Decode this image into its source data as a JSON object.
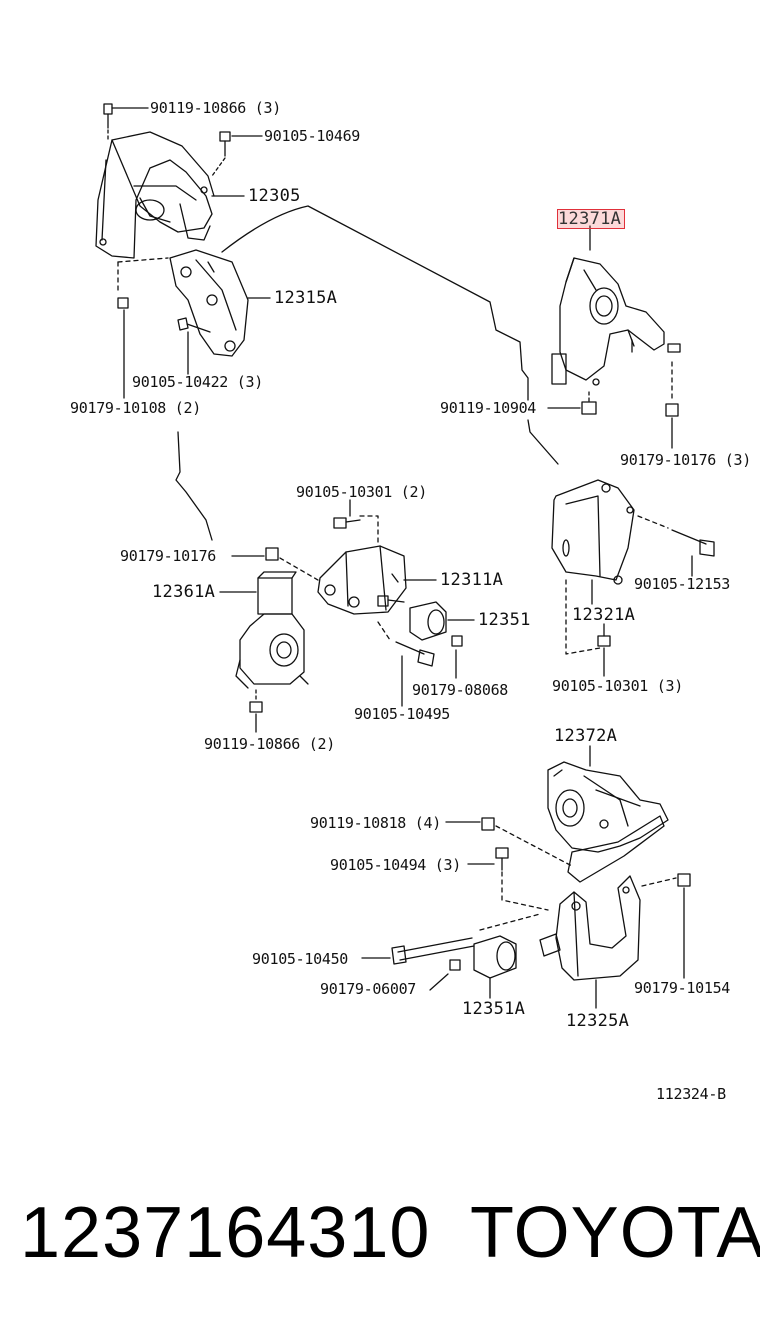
{
  "highlight": {
    "label": "12371A",
    "color": "#e0303a"
  },
  "labels": {
    "l_90119_10866_3": "90119-10866 (3)",
    "l_90105_10469": "90105-10469",
    "l_12305": "12305",
    "l_12315A": "12315A",
    "l_90105_10422_3": "90105-10422 (3)",
    "l_90179_10108_2": "90179-10108 (2)",
    "l_90119_10904": "90119-10904",
    "l_90179_10176_3": "90179-10176 (3)",
    "l_90105_10301_2": "90105-10301 (2)",
    "l_90179_10176": "90179-10176",
    "l_12361A": "12361A",
    "l_12311A": "12311A",
    "l_12351": "12351",
    "l_90179_08068": "90179-08068",
    "l_90105_10495": "90105-10495",
    "l_90119_10866_2": "90119-10866 (2)",
    "l_90105_12153": "90105-12153",
    "l_12321A": "12321A",
    "l_90105_10301_3": "90105-10301 (3)",
    "l_12372A": "12372A",
    "l_90119_10818_4": "90119-10818 (4)",
    "l_90105_10494_3": "90105-10494 (3)",
    "l_90105_10450": "90105-10450",
    "l_90179_06007": "90179-06007",
    "l_12351A": "12351A",
    "l_12325A": "12325A",
    "l_90179_10154": "90179-10154"
  },
  "figure_ref": "112324-B",
  "footer": {
    "part_number": "1237164310",
    "brand": "TOYOTA"
  }
}
